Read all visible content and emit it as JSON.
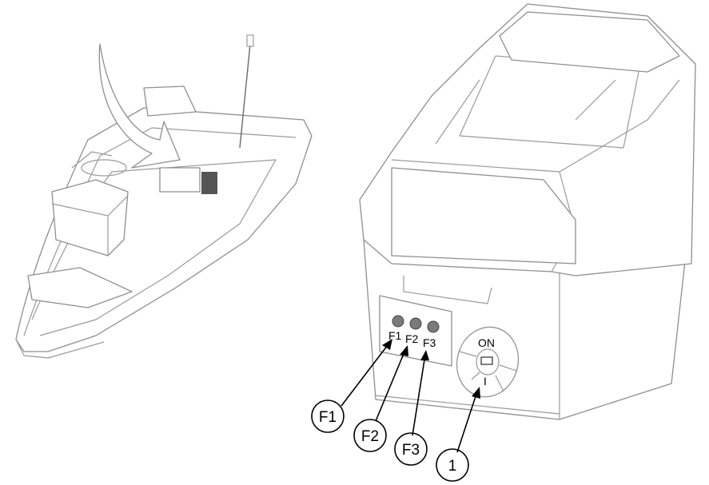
{
  "panel": {
    "fuse_labels": [
      "F1",
      "F2",
      "F3"
    ],
    "switch_on_label": "ON",
    "switch_off_label": "I"
  },
  "callouts": [
    "F1",
    "F2",
    "F3",
    "1"
  ],
  "colors": {
    "indicator": "#7a7a7a",
    "line": "#9a9a9a",
    "callout": "#000000"
  }
}
